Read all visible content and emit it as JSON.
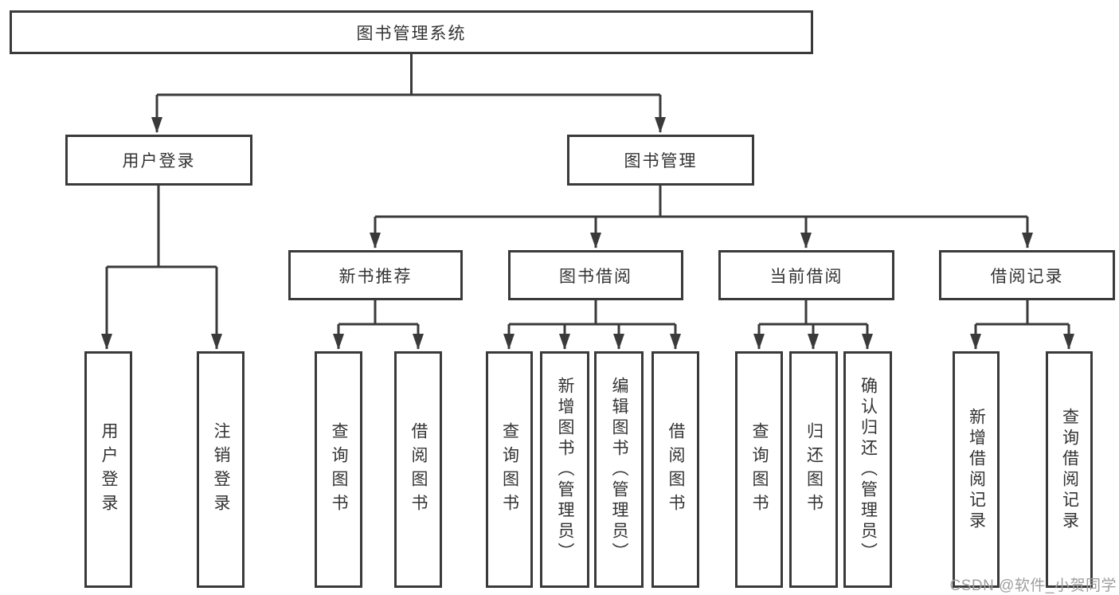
{
  "tree": {
    "label": "图书管理系统",
    "children": [
      {
        "label": "用户登录",
        "children": [
          {
            "label": "用户登录"
          },
          {
            "label": "注销登录"
          }
        ]
      },
      {
        "label": "图书管理",
        "children": [
          {
            "label": "新书推荐",
            "children": [
              {
                "label": "查询图书"
              },
              {
                "label": "借阅图书"
              }
            ]
          },
          {
            "label": "图书借阅",
            "children": [
              {
                "label": "查询图书"
              },
              {
                "label": "新增图书（管理员）"
              },
              {
                "label": "编辑图书（管理员）"
              },
              {
                "label": "借阅图书"
              }
            ]
          },
          {
            "label": "当前借阅",
            "children": [
              {
                "label": "查询图书"
              },
              {
                "label": "归还图书"
              },
              {
                "label": "确认归还（管理员）"
              }
            ]
          },
          {
            "label": "借阅记录",
            "children": [
              {
                "label": "新增借阅记录"
              },
              {
                "label": "查询借阅记录"
              }
            ]
          }
        ]
      }
    ]
  },
  "watermark": {
    "text": "CSDN @软件_小贺同学"
  },
  "colors": {
    "line": "#3a3a3a",
    "text": "#333333",
    "watermark": "#9e9e9e",
    "background": "#ffffff"
  }
}
